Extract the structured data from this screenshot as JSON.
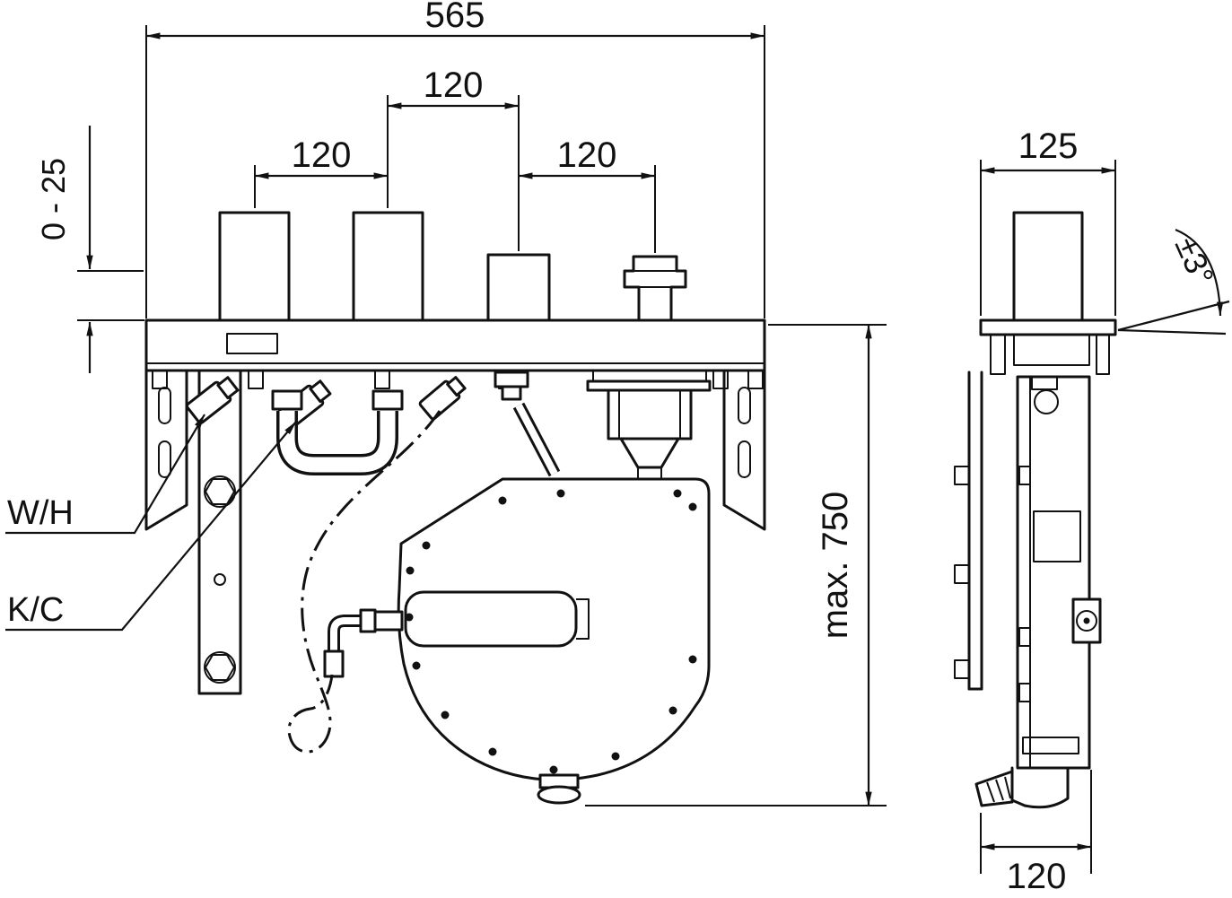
{
  "labels": {
    "total_width": "565",
    "spacing_mid": "120",
    "spacing_left": "120",
    "spacing_right": "120",
    "height_adjust": "0 - 25",
    "max_depth": "max. 750",
    "warm_connection": "W/H",
    "cold_connection": "K/C",
    "side_width": "125",
    "side_depth": "120",
    "tilt_angle": "±3°"
  },
  "colors": {
    "line": "#111111",
    "background": "#ffffff"
  }
}
